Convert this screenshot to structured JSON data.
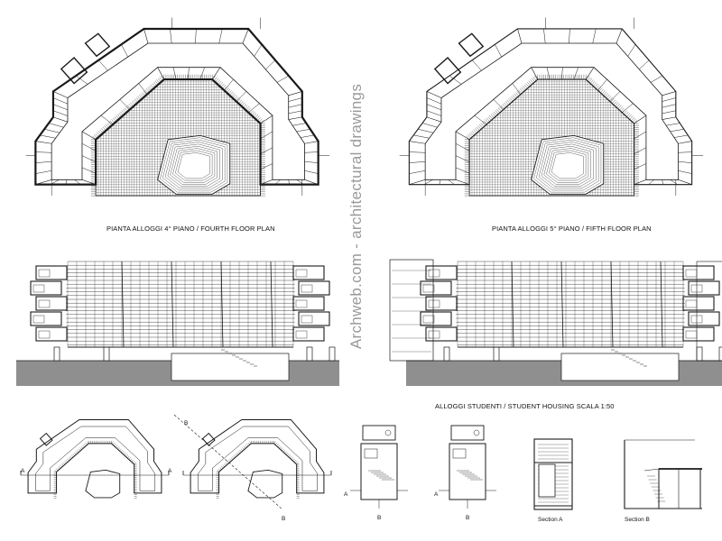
{
  "watermark": "Archweb.com - architectural drawings",
  "captions": {
    "fourth_floor": "PIANTA ALLOGGI 4° PIANO  /  FOURTH FLOOR PLAN",
    "fifth_floor": "PIANTA ALLOGGI 5° PIANO  /  FIFTH FLOOR PLAN",
    "title": "ALLOGGI STUDENTI  /  STUDENT HOUSING   SCALA 1:50",
    "section_a": "Section A",
    "section_b": "Section B"
  },
  "markers": {
    "a": "A",
    "b": "B"
  },
  "colors": {
    "line": "#1a1a1a",
    "ground_fill": "#8f8f8f",
    "light_fill": "#e6e6e6",
    "watermark": "#9a9a9a"
  }
}
